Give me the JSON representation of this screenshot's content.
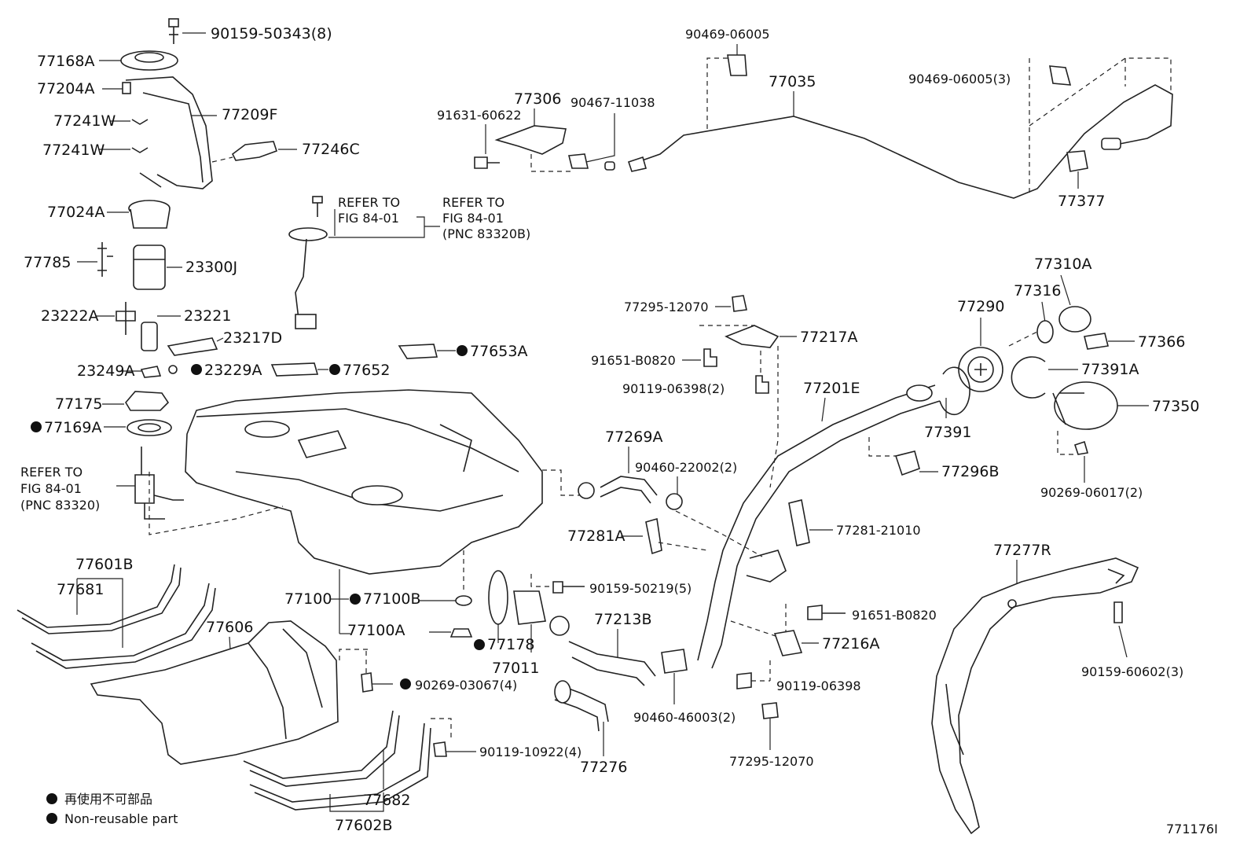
{
  "diagram_id": "771176I",
  "legend": {
    "jp_text": "再使用不可部品",
    "en_text": "Non-reusable part"
  },
  "refer_notes": {
    "a1": "REFER TO",
    "a2": "FIG 84-01",
    "b1": "REFER TO",
    "b2": "FIG 84-01",
    "b3": "(PNC 83320B)",
    "c1": "REFER TO",
    "c2": "FIG 84-01",
    "c3": "(PNC 83320)"
  },
  "labels": {
    "p90159_50343": "90159-50343(8)",
    "p77168A": "77168A",
    "p77204A": "77204A",
    "p77209F": "77209F",
    "p77241W_1": "77241W",
    "p77241W_2": "77241W",
    "p77246C": "77246C",
    "p77024A": "77024A",
    "p77785": "77785",
    "p23300J": "23300J",
    "p23222A": "23222A",
    "p23221": "23221",
    "p23217D": "23217D",
    "p23249A": "23249A",
    "p23229A": "23229A",
    "p77652": "77652",
    "p77653A": "77653A",
    "p77175": "77175",
    "p77169A": "77169A",
    "p90469_06005": "90469-06005",
    "p77035": "77035",
    "p90469_06005_3": "90469-06005(3)",
    "p77306": "77306",
    "p90467_11038": "90467-11038",
    "p91631_60622": "91631-60622",
    "p77377": "77377",
    "p77295_12070_a": "77295-12070",
    "p77217A": "77217A",
    "p91651_B0820_a": "91651-B0820",
    "p90119_06398_2": "90119-06398(2)",
    "p77201E": "77201E",
    "p77290": "77290",
    "p77316": "77316",
    "p77310A": "77310A",
    "p77366": "77366",
    "p77391A": "77391A",
    "p77350": "77350",
    "p77391": "77391",
    "p77269A": "77269A",
    "p90460_22002_2": "90460-22002(2)",
    "p77296B": "77296B",
    "p90269_06017_2": "90269-06017(2)",
    "p77281A": "77281A",
    "p77281_21010": "77281-21010",
    "p77601B": "77601B",
    "p77681": "77681",
    "p77100": "77100",
    "p77100B": "77100B",
    "p77100A": "77100A",
    "p90159_50219_5": "90159-50219(5)",
    "p77277R": "77277R",
    "p77606": "77606",
    "p77178": "77178",
    "p77011": "77011",
    "p77213B": "77213B",
    "p91651_B0820_b": "91651-B0820",
    "p77216A": "77216A",
    "p90159_60602_3": "90159-60602(3)",
    "p90269_03067_4": "90269-03067(4)",
    "p90119_06398": "90119-06398",
    "p90460_46003_2": "90460-46003(2)",
    "p90119_10922_4": "90119-10922(4)",
    "p77276": "77276",
    "p77295_12070_b": "77295-12070",
    "p77682": "77682",
    "p77602B": "77602B"
  }
}
